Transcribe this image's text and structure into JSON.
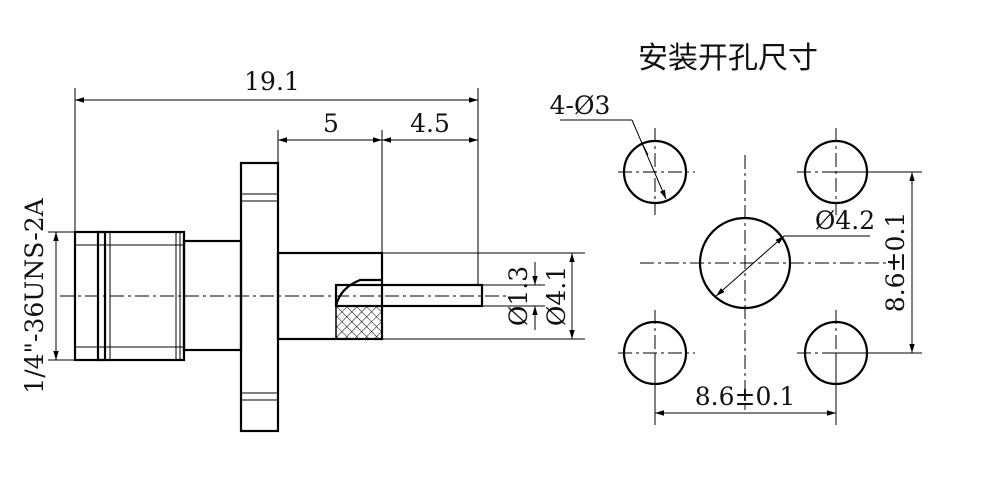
{
  "title": "安装开孔尺寸",
  "dimensions": {
    "overall_length": "19.1",
    "pin_length": "5",
    "dielectric_length": "4.5",
    "thread_spec": "1/4\"-36UNS-2A",
    "pin_diameter": "Ø1.3",
    "dielectric_diameter": "Ø4.1",
    "mount_holes": "4-Ø3",
    "center_hole": "Ø4.2",
    "hole_spacing_h": "8.6±0.1",
    "hole_spacing_v": "8.6±0.1"
  }
}
